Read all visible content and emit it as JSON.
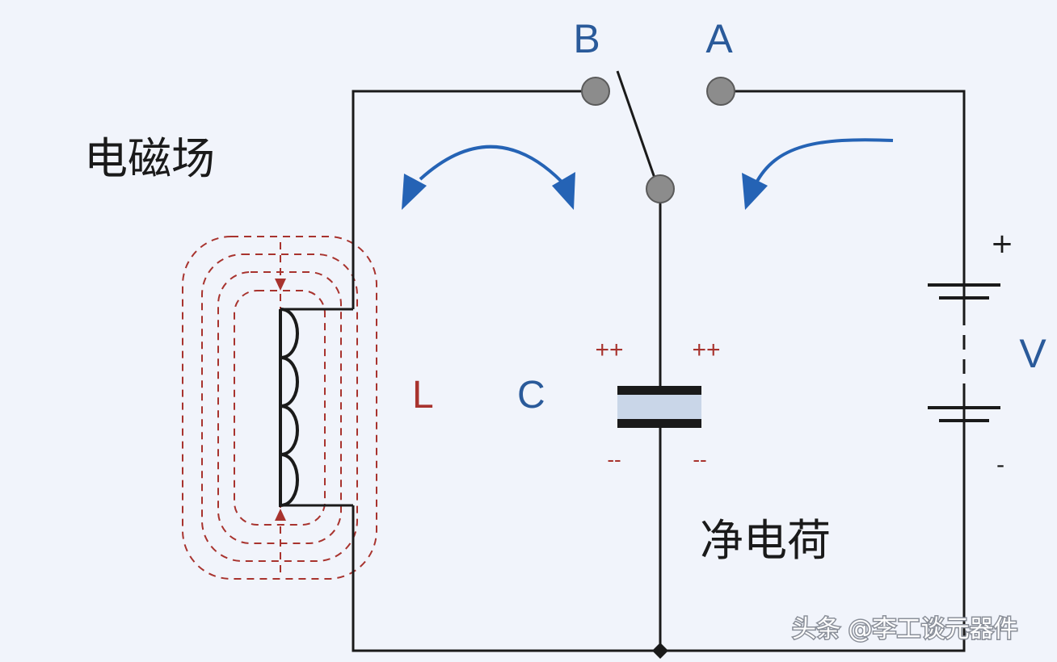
{
  "labels": {
    "switch_b": "B",
    "switch_a": "A",
    "field": "电磁场",
    "inductor": "L",
    "capacitor": "C",
    "voltage": "V",
    "battery_plus": "+",
    "battery_minus": "-",
    "cap_top_left": "++",
    "cap_top_right": "++",
    "cap_bottom_left": "--",
    "cap_bottom_right": "--",
    "net_charge": "净电荷"
  },
  "watermark": "头条 @李工谈元器件",
  "colors": {
    "wire": "#1a1a1a",
    "label_blue": "#2a5a9a",
    "arrow_blue": "#2563b5",
    "field_red": "#a8332e",
    "terminal": "#8c8c8c",
    "dielectric": "#c9d6e8",
    "background": "#f1f4fb"
  },
  "icons": [
    "switch-terminal-icon",
    "inductor-coil-icon",
    "capacitor-icon",
    "battery-icon",
    "current-arrow-icon"
  ]
}
